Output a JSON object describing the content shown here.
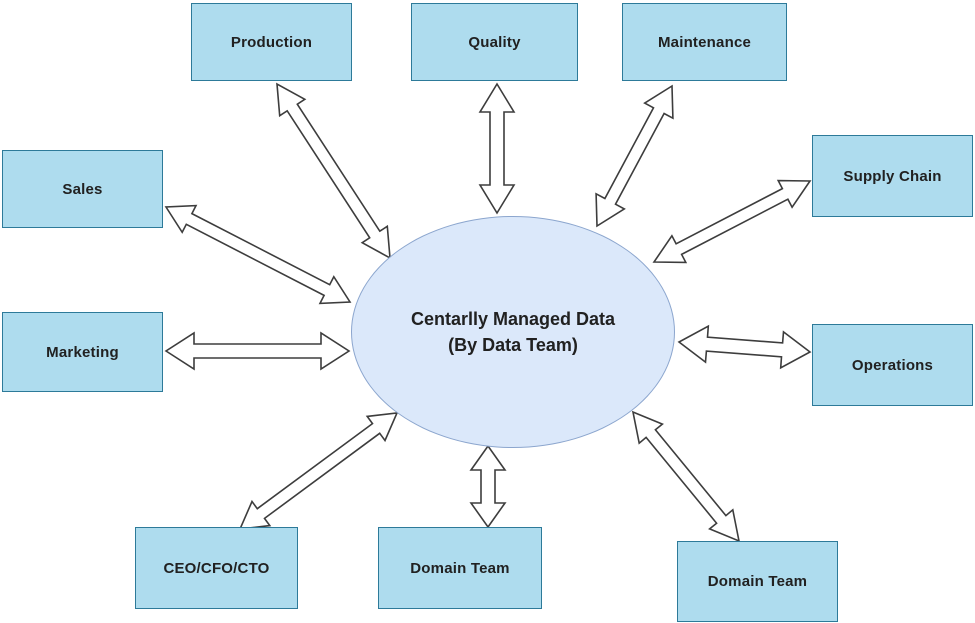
{
  "diagram": {
    "hub": {
      "line1": "Centarlly Managed Data",
      "line2": "(By Data Team)"
    },
    "nodes": [
      {
        "id": "production",
        "label": "Production"
      },
      {
        "id": "quality",
        "label": "Quality"
      },
      {
        "id": "maintenance",
        "label": "Maintenance"
      },
      {
        "id": "sales",
        "label": "Sales"
      },
      {
        "id": "supply-chain",
        "label": "Supply Chain"
      },
      {
        "id": "marketing",
        "label": "Marketing"
      },
      {
        "id": "operations",
        "label": "Operations"
      },
      {
        "id": "ceo-cfo-cto",
        "label": "CEO/CFO/CTO"
      },
      {
        "id": "domain-team-center",
        "label": "Domain Team"
      },
      {
        "id": "domain-team-right",
        "label": "Domain Team"
      }
    ],
    "connections": [
      {
        "from": "production",
        "to": "hub",
        "style": "double-arrow"
      },
      {
        "from": "quality",
        "to": "hub",
        "style": "double-arrow"
      },
      {
        "from": "maintenance",
        "to": "hub",
        "style": "double-arrow"
      },
      {
        "from": "sales",
        "to": "hub",
        "style": "double-arrow"
      },
      {
        "from": "supply-chain",
        "to": "hub",
        "style": "double-arrow"
      },
      {
        "from": "marketing",
        "to": "hub",
        "style": "double-arrow"
      },
      {
        "from": "operations",
        "to": "hub",
        "style": "double-arrow"
      },
      {
        "from": "ceo-cfo-cto",
        "to": "hub",
        "style": "double-arrow"
      },
      {
        "from": "domain-team-center",
        "to": "hub",
        "style": "double-arrow"
      },
      {
        "from": "domain-team-right",
        "to": "hub",
        "style": "double-arrow"
      }
    ],
    "colors": {
      "background": "#ffffff",
      "node_fill": "#aedcee",
      "node_border": "#2d7a99",
      "hub_fill": "#dbe8fa",
      "hub_border": "#8ca6ce",
      "arrow_fill": "#ffffff",
      "arrow_stroke": "#3d3d3d",
      "text": "#212121"
    }
  }
}
